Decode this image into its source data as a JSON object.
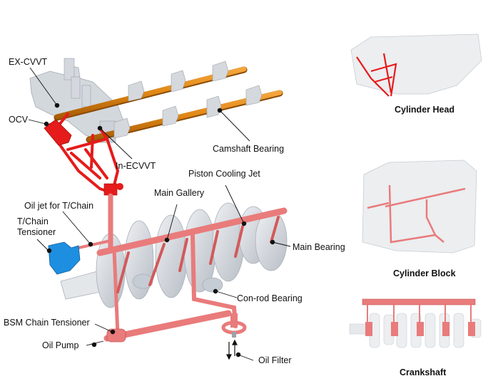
{
  "title": "Engine Lubrication System Oil Circuit",
  "colors": {
    "oil_line": "#e97b7b",
    "oil_line_dark": "#d25a5a",
    "head_oil_line": "#e61b1b",
    "camshaft": "#e08714",
    "tensioner": "#1e8fe0",
    "engine_part": "#d9dde2",
    "label_text": "#111111"
  },
  "callouts": [
    {
      "id": "ex-cvvt",
      "label": "EX-CVVT"
    },
    {
      "id": "ocv",
      "label": "OCV"
    },
    {
      "id": "in-ecvvt",
      "label": "In-ECVVT"
    },
    {
      "id": "camshaft-bearing",
      "label": "Camshaft Bearing"
    },
    {
      "id": "piston-cooling-jet",
      "label": "Piston Cooling Jet"
    },
    {
      "id": "main-gallery",
      "label": "Main Gallery"
    },
    {
      "id": "oil-jet-tchain",
      "label": "Oil jet for T/Chain"
    },
    {
      "id": "tchain-tensioner",
      "label": "T/Chain\nTensioner"
    },
    {
      "id": "main-bearing",
      "label": "Main Bearing"
    },
    {
      "id": "con-rod-bearing",
      "label": "Con-rod Bearing"
    },
    {
      "id": "bsm-chain-tensioner",
      "label": "BSM Chain Tensioner"
    },
    {
      "id": "oil-pump",
      "label": "Oil Pump"
    },
    {
      "id": "oil-filter",
      "label": "Oil Filter"
    }
  ],
  "thumbnails": [
    {
      "id": "cylinder-head",
      "caption": "Cylinder Head"
    },
    {
      "id": "cylinder-block",
      "caption": "Cylinder Block"
    },
    {
      "id": "crankshaft",
      "caption": "Crankshaft"
    }
  ]
}
